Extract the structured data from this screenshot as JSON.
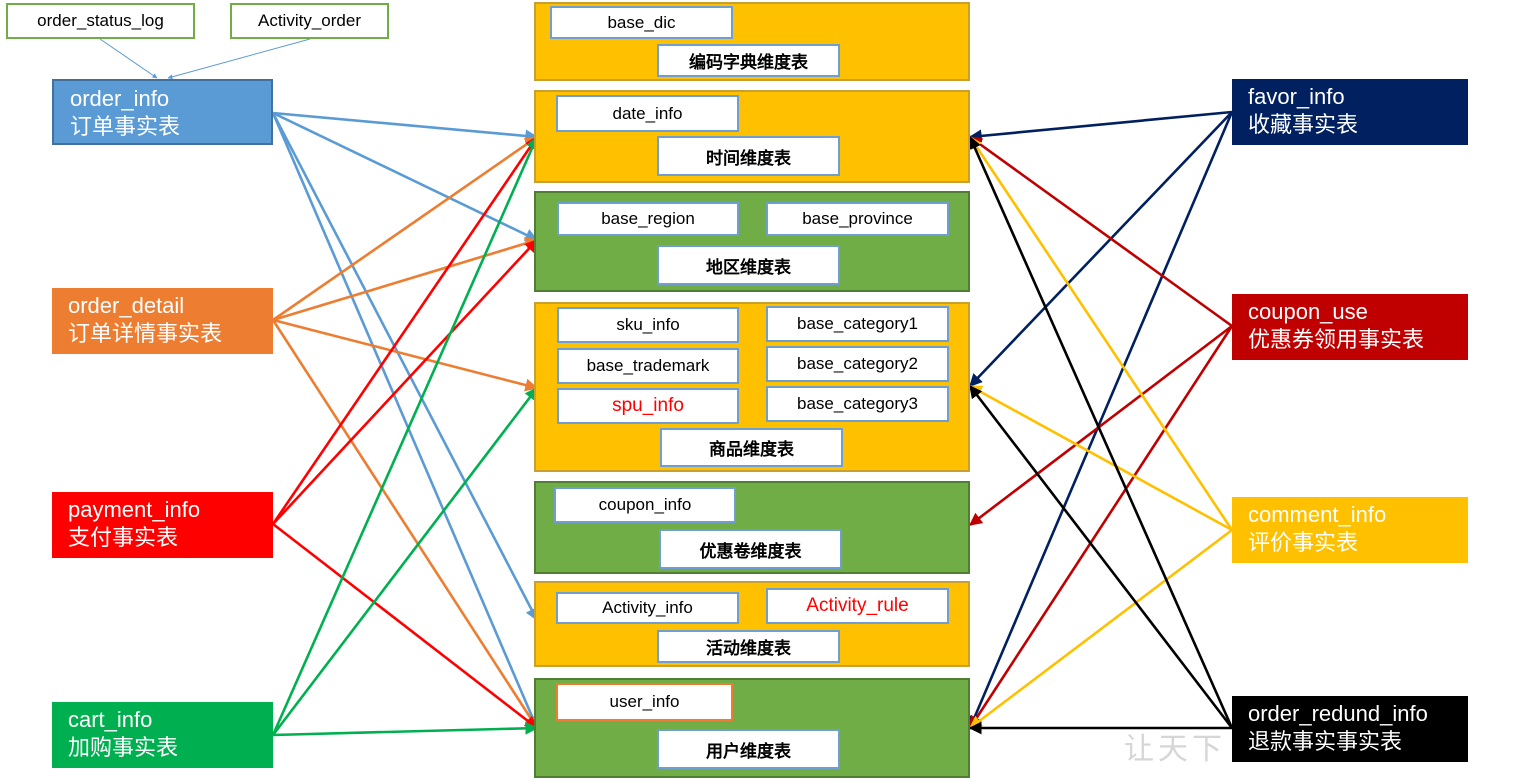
{
  "source_tables": [
    {
      "id": "order_status_log",
      "label": "order_status_log"
    },
    {
      "id": "activity_order",
      "label": "Activity_order"
    }
  ],
  "facts_left": [
    {
      "id": "order_info",
      "line1": "order_info",
      "line2": "订单事实表",
      "color": "#5b9bd5"
    },
    {
      "id": "order_detail",
      "line1": "order_detail",
      "line2": "订单详情事实表",
      "color": "#ed7d31"
    },
    {
      "id": "payment_info",
      "line1": "payment_info",
      "line2": "支付事实表",
      "color": "#ff0000"
    },
    {
      "id": "cart_info",
      "line1": "cart_info",
      "line2": "加购事实表",
      "color": "#00b050"
    }
  ],
  "facts_right": [
    {
      "id": "favor_info",
      "line1": "favor_info",
      "line2": "收藏事实表",
      "color": "#002060"
    },
    {
      "id": "coupon_use",
      "line1": "coupon_use",
      "line2": "优惠券领用事实表",
      "color": "#c00000"
    },
    {
      "id": "comment_info",
      "line1": "comment_info",
      "line2": "评价事实表",
      "color": "#ffc000"
    },
    {
      "id": "order_redund_info",
      "line1": "order_redund_info",
      "line2": "退款事实事实表",
      "color": "#000000"
    }
  ],
  "dimensions": {
    "dic": {
      "label": "编码字典维度表",
      "color": "#ffc000",
      "tables": [
        "base_dic"
      ]
    },
    "date": {
      "label": "时间维度表",
      "color": "#ffc000",
      "tables": [
        "date_info"
      ]
    },
    "region": {
      "label": "地区维度表",
      "color": "#70ad47",
      "tables": [
        "base_region",
        "base_province"
      ]
    },
    "sku": {
      "label": "商品维度表",
      "color": "#ffc000",
      "tables": [
        "sku_info",
        "base_category1",
        "base_trademark",
        "base_category2",
        "spu_info",
        "base_category3"
      ]
    },
    "coupon": {
      "label": "优惠卷维度表",
      "color": "#70ad47",
      "tables": [
        "coupon_info"
      ]
    },
    "activity": {
      "label": "活动维度表",
      "color": "#ffc000",
      "tables": [
        "Activity_info",
        "Activity_rule"
      ]
    },
    "user": {
      "label": "用户维度表",
      "color": "#70ad47",
      "tables": [
        "user_info"
      ]
    }
  },
  "links": [
    {
      "from": "order_status_log",
      "to": "order_info",
      "color": "#5b9bd5"
    },
    {
      "from": "activity_order",
      "to": "order_info",
      "color": "#5b9bd5"
    },
    {
      "from": "order_info",
      "to": "date",
      "color": "#5b9bd5"
    },
    {
      "from": "order_info",
      "to": "region",
      "color": "#5b9bd5"
    },
    {
      "from": "order_info",
      "to": "activity",
      "color": "#5b9bd5"
    },
    {
      "from": "order_info",
      "to": "user",
      "color": "#5b9bd5"
    },
    {
      "from": "order_detail",
      "to": "date",
      "color": "#ed7d31"
    },
    {
      "from": "order_detail",
      "to": "region",
      "color": "#ed7d31"
    },
    {
      "from": "order_detail",
      "to": "sku",
      "color": "#ed7d31"
    },
    {
      "from": "order_detail",
      "to": "user",
      "color": "#ed7d31"
    },
    {
      "from": "payment_info",
      "to": "date",
      "color": "#ff0000"
    },
    {
      "from": "payment_info",
      "to": "region",
      "color": "#ff0000"
    },
    {
      "from": "payment_info",
      "to": "user",
      "color": "#ff0000"
    },
    {
      "from": "cart_info",
      "to": "date",
      "color": "#00b050"
    },
    {
      "from": "cart_info",
      "to": "sku",
      "color": "#00b050"
    },
    {
      "from": "cart_info",
      "to": "user",
      "color": "#00b050"
    },
    {
      "from": "favor_info",
      "to": "date",
      "color": "#002060"
    },
    {
      "from": "favor_info",
      "to": "sku",
      "color": "#002060"
    },
    {
      "from": "favor_info",
      "to": "user",
      "color": "#002060"
    },
    {
      "from": "coupon_use",
      "to": "date",
      "color": "#c00000"
    },
    {
      "from": "coupon_use",
      "to": "coupon",
      "color": "#c00000"
    },
    {
      "from": "coupon_use",
      "to": "user",
      "color": "#c00000"
    },
    {
      "from": "comment_info",
      "to": "date",
      "color": "#ffc000"
    },
    {
      "from": "comment_info",
      "to": "sku",
      "color": "#ffc000"
    },
    {
      "from": "comment_info",
      "to": "user",
      "color": "#ffc000"
    },
    {
      "from": "order_redund_info",
      "to": "date",
      "color": "#000000"
    },
    {
      "from": "order_redund_info",
      "to": "sku",
      "color": "#000000"
    },
    {
      "from": "order_redund_info",
      "to": "user",
      "color": "#000000"
    }
  ],
  "watermark": "让天下"
}
